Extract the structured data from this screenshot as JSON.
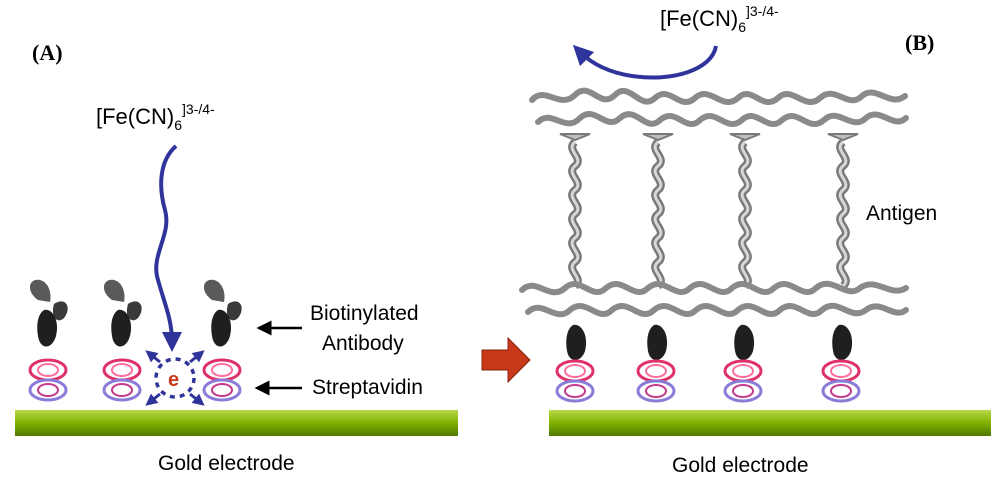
{
  "panel_a": {
    "label": "(A)",
    "redox_probe": {
      "base": "[Fe(CN)",
      "subscript": "6",
      "superscript": "]3-/4-"
    },
    "electron_label": "e",
    "labels": {
      "biotinylated_line1": "Biotinylated",
      "biotinylated_line2": "Antibody",
      "streptavidin": "Streptavidin"
    },
    "electrode_label": "Gold electrode"
  },
  "panel_b": {
    "label": "(B)",
    "redox_probe": {
      "base": "[Fe(CN)",
      "subscript": "6",
      "superscript": "]3-/4-"
    },
    "antigen_label": "Antigen",
    "electrode_label": "Gold electrode"
  },
  "colors": {
    "electrode": "#7fb000",
    "arrow_path": "#2e3499",
    "transition_arrow": "#c8391a",
    "streptavidin": "#e0306a",
    "streptavidin_secondary": "#8a7bd8",
    "antibody": "#2b2b2b",
    "antigen": "#9a9a9a"
  }
}
